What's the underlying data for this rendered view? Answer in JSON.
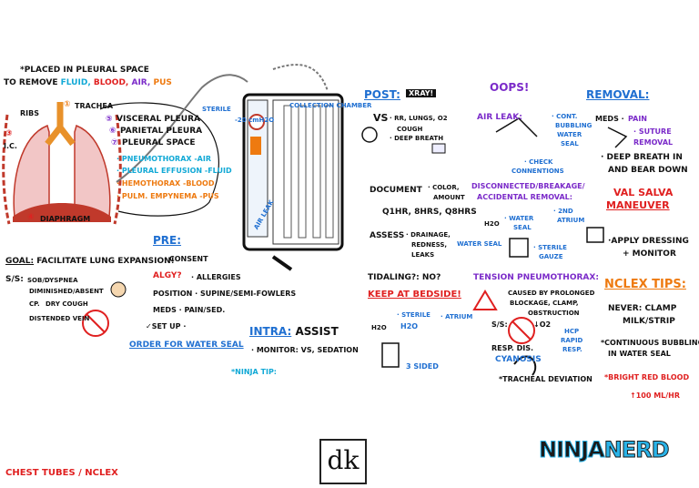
{
  "intro": {
    "line1": "*PLACED IN PLEURAL SPACE",
    "line2_prefix": "TO REMOVE",
    "fluid": "FLUID,",
    "blood": "BLOOD,",
    "air": "AIR,",
    "pus": "PUS"
  },
  "anatomy": {
    "trachea": "TRACHEA",
    "ribs": "RIBS",
    "ic": "I.C.",
    "diaphragm": "DIAPHRAGM",
    "n1": "①",
    "n2": "②",
    "n3": "③",
    "n4": "④",
    "n5": "⑤",
    "n6": "⑥",
    "n7": "⑦",
    "visceral": "VISCERAL PLEURA",
    "parietal": "PARIETAL PLEURA",
    "space": "PLEURAL SPACE",
    "pneumo": "· PNEUMOTHORAX -AIR",
    "effusion": "· PLEURAL EFFUSION -FLUID",
    "hemo": "· HEMOTHORAX -BLOOD",
    "empyema": "· PULM. EMPYNEMA -PUS"
  },
  "device": {
    "sterile": "STERILE",
    "collection": "COLLECTION CHAMBER",
    "airleak": "AIR LEAK",
    "waterseal": "WATER SEAL",
    "suction": "-20 cmH2O"
  },
  "goal": {
    "label": "GOAL:",
    "text": "FACILITATE LUNG EXPANSION!",
    "ss_label": "S/S:",
    "ss1": "SOB/DYSPNEA",
    "ss2": "DIMINISHED/ABSENT",
    "ss3": "DRY COUGH",
    "ss4": "DISTENDED VEIN",
    "cp": "CP."
  },
  "pre": {
    "title": "PRE:",
    "consent": "· CONSENT",
    "algy": "ALGY?",
    "allergies": "· ALLERGIES",
    "position": "POSITION · SUPINE/SEMI-FOWLERS",
    "meds": "MEDS · PAIN/SED.",
    "setup": "✓SET UP ·",
    "order": "ORDER FOR WATER SEAL"
  },
  "intra": {
    "title": "INTRA:",
    "assist": "ASSIST",
    "monitor": "· MONITOR: VS, SEDATION",
    "tip": "*NINJA TIP:"
  },
  "post": {
    "title": "POST:",
    "xray": "XRAY!",
    "vs": "VS",
    "vs_items": "· RR, LUNGS, O2",
    "cough": "COUGH",
    "deep": "· DEEP BREATH",
    "document": "DOCUMENT",
    "doc_items": "· COLOR,",
    "amount": "AMOUNT",
    "freq": "Q1HR, 8HRS, Q8HRS",
    "assess": "ASSESS",
    "assess1": "· DRAINAGE,",
    "assess2": "REDNESS,",
    "assess3": "LEAKS",
    "waterseal": "WATER SEAL",
    "tidaling": "TIDALING?: NO?",
    "bedside": "KEEP AT BEDSIDE!",
    "sterile": "· STERILE",
    "h2o": "H2O",
    "atrium": "· ATRIUM",
    "sided": "3 SIDED",
    "h2o_label": "H2O"
  },
  "oops": {
    "title": "OOPS!",
    "airleak": "AIR LEAK:",
    "cont": "· CONT.",
    "bubbling": "BUBBLING",
    "water": "WATER",
    "seal": "SEAL",
    "check": "· CHECK",
    "connections": "CONNENTIONS",
    "disconnected": "DISCONNECTED/BREAKAGE/",
    "accidental": "ACCIDENTAL REMOVAL:",
    "w_seal": "· WATER",
    "w_seal2": "SEAL",
    "second": "· 2ND",
    "atrium": "ATRIUM",
    "sterile": "· STERILE",
    "gauze": "GAUZE",
    "h2o": "H2O",
    "tension": "TENSION PNEUMOTHORAX:",
    "caused1": "CAUSED BY PROLONGED",
    "caused2": "BLOCKAGE, CLAMP,",
    "caused3": "OBSTRUCTION",
    "ss": "S/S:",
    "o2": "↓O2",
    "hcp1": "HCP",
    "hcp2": "RAPID",
    "hcp3": "RESP.",
    "resp": "RESP. DIS.",
    "cyanosis": "CYANOSIS",
    "deviation": "*TRACHEAL DEVIATION"
  },
  "removal": {
    "title": "REMOVAL:",
    "meds": "MEDS ·",
    "pain": "PAIN",
    "suture1": "· SUTURE",
    "suture2": "REMOVAL",
    "deep1": "· DEEP BREATH IN",
    "deep2": "AND BEAR DOWN",
    "valsalva1": "VAL SALVA",
    "valsalva2": "MANEUVER",
    "apply1": "·APPLY DRESSING",
    "apply2": "+ MONITOR"
  },
  "nclex": {
    "title": "NCLEX TIPS:",
    "never1": "NEVER: CLAMP",
    "never2": "MILK/STRIP",
    "cont1": "*CONTINUOUS BUBBLING",
    "cont2": "IN WATER SEAL",
    "bright": "*BRIGHT RED BLOOD",
    "ml": "↑100 ML/HR"
  },
  "footer": {
    "left": "CHEST TUBES / NCLEX",
    "logo": "dk",
    "brand1": "NINJA",
    "brand2": "NERD"
  },
  "colors": {
    "blue": "#1f6fd1",
    "red": "#e02020",
    "purple": "#7b2bc9",
    "orange": "#ee7a10",
    "cyan": "#12a9d6"
  }
}
